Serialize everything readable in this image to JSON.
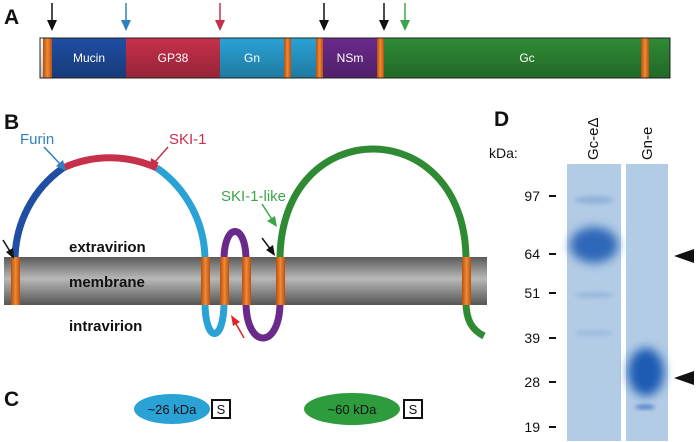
{
  "panels": {
    "a": "A",
    "b": "B",
    "c": "C",
    "d": "D"
  },
  "colors": {
    "tm": "#e8701e",
    "mucin": "#1f4ea3",
    "gp38": "#c7304a",
    "gn": "#2aa2d6",
    "nsm": "#6a2a8c",
    "gc": "#2e8b34",
    "furin": "#2f7fc1",
    "ski1": "#c7304a",
    "ski1like": "#3da548",
    "arrow_black": "#111111",
    "arrow_red": "#e0242b",
    "membrane": "#8a8a8a",
    "gel": "#8fb6dc"
  },
  "precursor": {
    "segments": [
      {
        "id": "mucin",
        "label": "Mucin"
      },
      {
        "id": "gp38",
        "label": "GP38"
      },
      {
        "id": "gn",
        "label": "Gn"
      },
      {
        "id": "nsm",
        "label": "NSm"
      },
      {
        "id": "gc",
        "label": "Gc"
      }
    ]
  },
  "topology": {
    "furin": "Furin",
    "ski1": "SKI-1",
    "ski1like": "SKI-1-like",
    "extravirion": "extravirion",
    "membrane": "membrane",
    "intravirion": "intravirion"
  },
  "products": [
    {
      "label": "~26 kDa",
      "tag": "S"
    },
    {
      "label": "~60 kDa",
      "tag": "S"
    }
  ],
  "gel": {
    "unit_label": "kDa:",
    "lanes": [
      "Gc-eΔ",
      "Gn-e"
    ],
    "markers": [
      "97",
      "64",
      "51",
      "39",
      "28",
      "19"
    ]
  }
}
